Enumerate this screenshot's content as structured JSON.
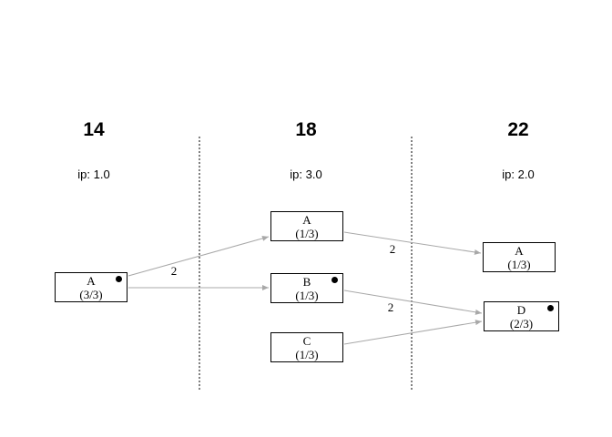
{
  "columns": [
    {
      "header": "14",
      "ip": "ip: 1.0"
    },
    {
      "header": "18",
      "ip": "ip: 3.0"
    },
    {
      "header": "22",
      "ip": "ip: 2.0"
    }
  ],
  "nodes": {
    "a14": {
      "name": "A",
      "fraction": "(3/3)",
      "has_dot": true
    },
    "a18": {
      "name": "A",
      "fraction": "(1/3)",
      "has_dot": false
    },
    "b18": {
      "name": "B",
      "fraction": "(1/3)",
      "has_dot": true
    },
    "c18": {
      "name": "C",
      "fraction": "(1/3)",
      "has_dot": false
    },
    "a22": {
      "name": "A",
      "fraction": "(1/3)",
      "has_dot": false
    },
    "d22": {
      "name": "D",
      "fraction": "(2/3)",
      "has_dot": true
    }
  },
  "edges": [
    {
      "from": "A14",
      "to": "A18",
      "label": "2"
    },
    {
      "from": "A14",
      "to": "B18",
      "label": ""
    },
    {
      "from": "A18",
      "to": "A22",
      "label": "2"
    },
    {
      "from": "B18",
      "to": "D22",
      "label": "2"
    },
    {
      "from": "C18",
      "to": "D22",
      "label": ""
    }
  ],
  "colors": {
    "edge": "#a8a8a8",
    "divider": "#000000",
    "box_border": "#000000",
    "dot": "#000000",
    "text": "#000000"
  }
}
